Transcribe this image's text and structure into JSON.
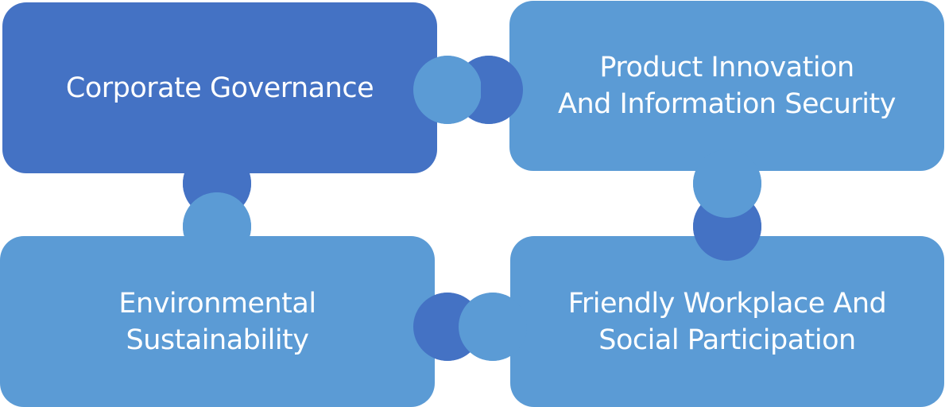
{
  "colors": {
    "dark_blue": "#4472c4",
    "light_blue": "#5b9bd5",
    "text": "#ffffff"
  },
  "diagram": {
    "blocks": [
      {
        "id": "corporate-governance",
        "label": "Corporate Governance",
        "color": "#4472c4"
      },
      {
        "id": "product-innovation",
        "label": "Product Innovation\nAnd Information Security",
        "color": "#5b9bd5"
      },
      {
        "id": "environmental-sustainability",
        "label": "Environmental\nSustainability",
        "color": "#5b9bd5"
      },
      {
        "id": "friendly-workplace",
        "label": "Friendly Workplace And\nSocial Participation",
        "color": "#5b9bd5"
      }
    ]
  }
}
